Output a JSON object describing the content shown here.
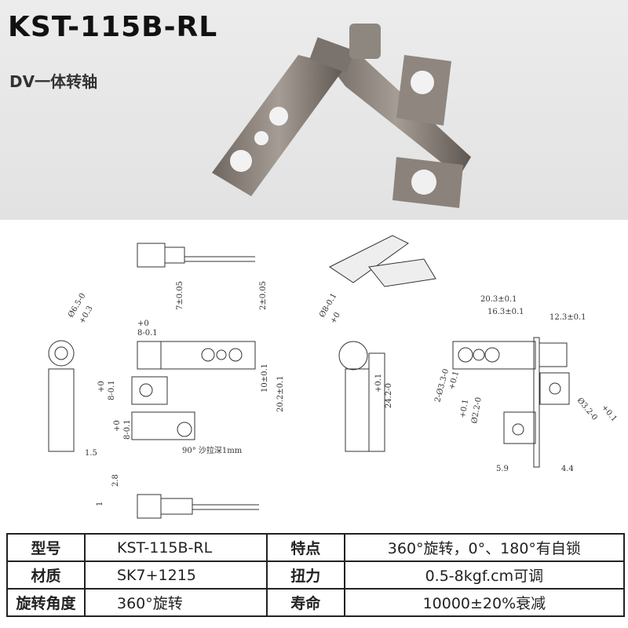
{
  "title": "KST-115B-RL",
  "subtitle": "DV一体转轴",
  "drawing": {
    "d1": "7±0.05",
    "d2": "2±0.05",
    "d3": "+0.3",
    "d4": "Ø6.5-0",
    "d5": "+0",
    "d6": "8-0.1",
    "d7": "10±0.1",
    "d8": "20.2±0.1",
    "d9": "+0",
    "d10": "8-0.1",
    "d11": "+0",
    "d12": "8-0.1",
    "d13": "90° 沙拉深1mm",
    "d14": "1.5",
    "d15": "2.8",
    "d16": "1",
    "d17": "+0",
    "d18": "Ø8-0.1",
    "d19": "+0.1",
    "d20": "24.2-0",
    "d21": "20.3±0.1",
    "d22": "16.3±0.1",
    "d23": "12.3±0.1",
    "d24": "+0.1",
    "d25": "2-Ø3.3-0",
    "d26": "+0.1",
    "d27": "Ø2.2-0",
    "d28": "Ø3.2-0",
    "d29": "+0.1",
    "d30": "5.9",
    "d31": "4.4"
  },
  "specs": [
    {
      "label": "型号",
      "value": "KST-115B-RL",
      "label2": "特点",
      "value2": "360°旋转，0°、180°有自锁"
    },
    {
      "label": "材质",
      "value": "SK7+1215",
      "label2": "扭力",
      "value2": "0.5-8kgf.cm可调"
    },
    {
      "label": "旋转角度",
      "value": "360°旋转",
      "label2": "寿命",
      "value2": "10000±20%衰减"
    }
  ]
}
